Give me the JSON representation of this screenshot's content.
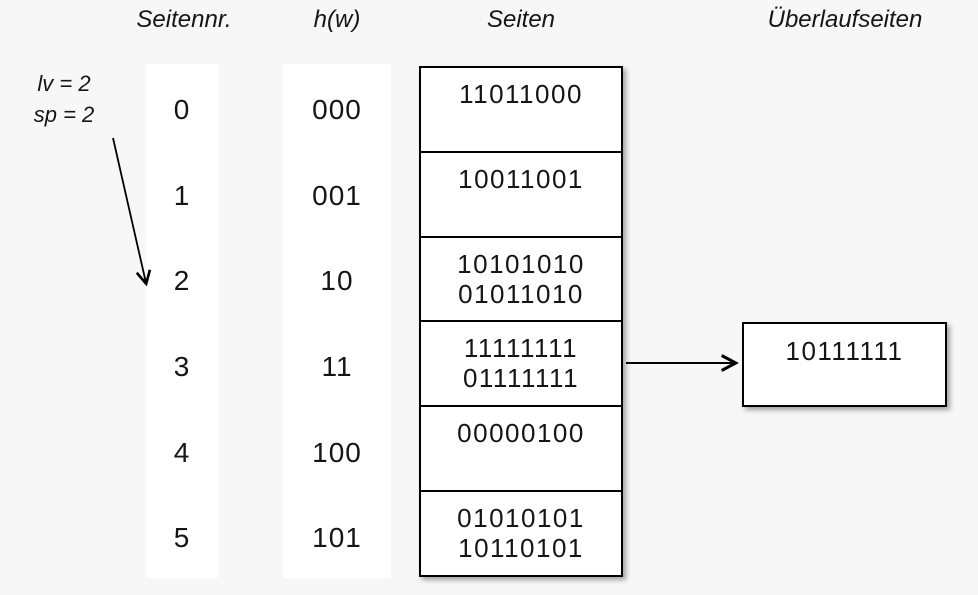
{
  "canvas": {
    "background": "#f7f7f7",
    "box_background": "#ffffff",
    "line_color": "#000000"
  },
  "headers": {
    "seitennr": "Seitennr.",
    "hw": "h(w)",
    "seiten": "Seiten",
    "ueberlauf": "Überlaufseiten"
  },
  "annotation": {
    "line1": "lv = 2",
    "line2": "sp = 2",
    "points_to_row": "2"
  },
  "table": {
    "rows": [
      {
        "nr": "0",
        "hash": "000",
        "values": [
          "11011000"
        ]
      },
      {
        "nr": "1",
        "hash": "001",
        "values": [
          "10011001"
        ]
      },
      {
        "nr": "2",
        "hash": "10",
        "values": [
          "10101010",
          "01011010"
        ]
      },
      {
        "nr": "3",
        "hash": "11",
        "values": [
          "11111111",
          "01111111"
        ]
      },
      {
        "nr": "4",
        "hash": "100",
        "values": [
          "00000100"
        ]
      },
      {
        "nr": "5",
        "hash": "101",
        "values": [
          "01010101",
          "10110101"
        ]
      }
    ]
  },
  "overflow": {
    "values": [
      "10111111"
    ],
    "linked_row_nr": "3"
  }
}
